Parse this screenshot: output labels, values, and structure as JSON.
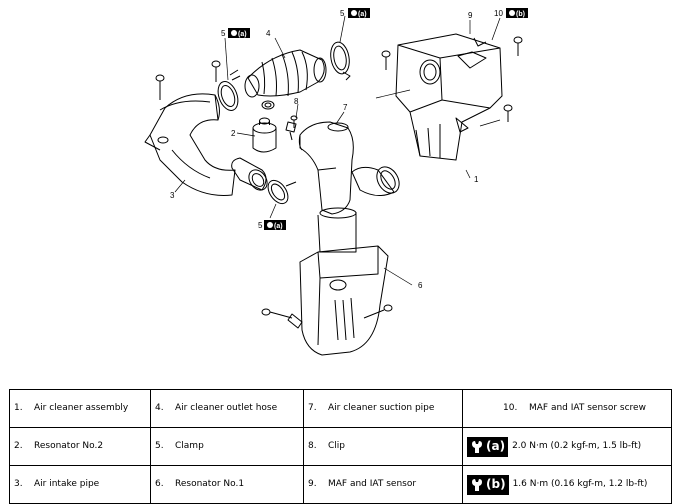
{
  "callouts": [
    "1",
    "2",
    "3",
    "4",
    "5",
    "5",
    "5",
    "6",
    "7",
    "8",
    "9",
    "10"
  ],
  "torque_tags": [
    "(a)",
    "(a)",
    "(a)",
    "(b)"
  ],
  "legend": {
    "rows": [
      [
        {
          "num": "1.",
          "label": "Air cleaner assembly"
        },
        {
          "num": "4.",
          "label": "Air cleaner outlet hose"
        },
        {
          "num": "7.",
          "label": "Air cleaner suction pipe"
        },
        {
          "num": "10.",
          "label": "MAF and IAT sensor screw"
        }
      ],
      [
        {
          "num": "2.",
          "label": "Resonator No.2"
        },
        {
          "num": "5.",
          "label": "Clamp"
        },
        {
          "num": "8.",
          "label": "Clip"
        },
        {
          "sym": "(a)",
          "label": "2.0 N·m (0.2 kgf-m, 1.5 lb-ft)"
        }
      ],
      [
        {
          "num": "3.",
          "label": "Air intake pipe"
        },
        {
          "num": "6.",
          "label": "Resonator No.1"
        },
        {
          "num": "9.",
          "label": "MAF and IAT sensor"
        },
        {
          "sym": "(b)",
          "label": "1.6 N·m (0.16 kgf-m, 1.2 lb-ft)"
        }
      ]
    ]
  }
}
